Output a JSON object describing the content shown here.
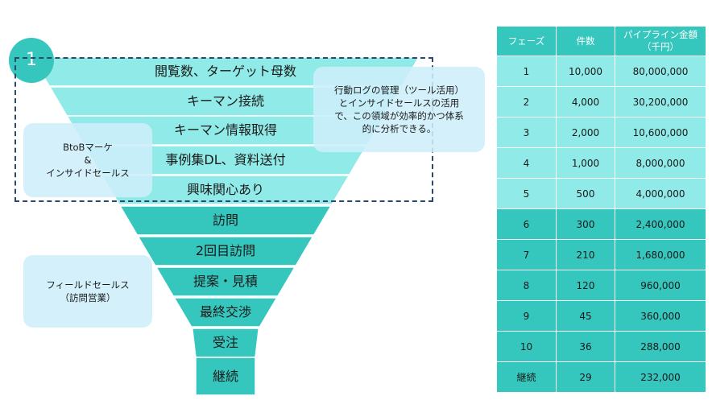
{
  "badge": "1",
  "funnel": {
    "stages": [
      {
        "label": "閲覧数、ターゲット母数",
        "shade": "light"
      },
      {
        "label": "キーマン接続",
        "shade": "light"
      },
      {
        "label": "キーマン情報取得",
        "shade": "light"
      },
      {
        "label": "事例集DL、資料送付",
        "shade": "light"
      },
      {
        "label": "興味関心あり",
        "shade": "light"
      },
      {
        "label": "訪問",
        "shade": "dark"
      },
      {
        "label": "2回目訪問",
        "shade": "dark"
      },
      {
        "label": "提案・見積",
        "shade": "dark"
      },
      {
        "label": "最終交渉",
        "shade": "dark"
      },
      {
        "label": "受注",
        "shade": "dark"
      },
      {
        "label": "継続",
        "shade": "dark"
      }
    ]
  },
  "notes": {
    "btob": "BtoBマーケ\n&\nインサイドセールス",
    "field": "フィールドセールス\n（訪問営業）",
    "log": "行動ログの管理（ツール活用）\nとインサイドセールスの活用\nで、この領域が効率的かつ体系\n的に分析できる。"
  },
  "table": {
    "headers": [
      "フェーズ",
      "件数",
      "パイプライン金額\n（千円）"
    ],
    "rows": [
      {
        "phase": "1",
        "count": "10,000",
        "amount": "80,000,000",
        "shade": "light"
      },
      {
        "phase": "2",
        "count": "4,000",
        "amount": "30,200,000",
        "shade": "light"
      },
      {
        "phase": "3",
        "count": "2,000",
        "amount": "10,600,000",
        "shade": "light"
      },
      {
        "phase": "4",
        "count": "1,000",
        "amount": "8,000,000",
        "shade": "light"
      },
      {
        "phase": "5",
        "count": "500",
        "amount": "4,000,000",
        "shade": "light"
      },
      {
        "phase": "6",
        "count": "300",
        "amount": "2,400,000",
        "shade": "dark"
      },
      {
        "phase": "7",
        "count": "210",
        "amount": "1,680,000",
        "shade": "dark"
      },
      {
        "phase": "8",
        "count": "120",
        "amount": "960,000",
        "shade": "dark"
      },
      {
        "phase": "9",
        "count": "45",
        "amount": "360,000",
        "shade": "dark"
      },
      {
        "phase": "10",
        "count": "36",
        "amount": "288,000",
        "shade": "dark"
      },
      {
        "phase": "継続",
        "count": "29",
        "amount": "232,000",
        "shade": "dark"
      }
    ]
  },
  "colors": {
    "light": "#8feae8",
    "dark": "#35c6bd",
    "accent": "#35c6bd",
    "frame": "#2b4a6b"
  }
}
